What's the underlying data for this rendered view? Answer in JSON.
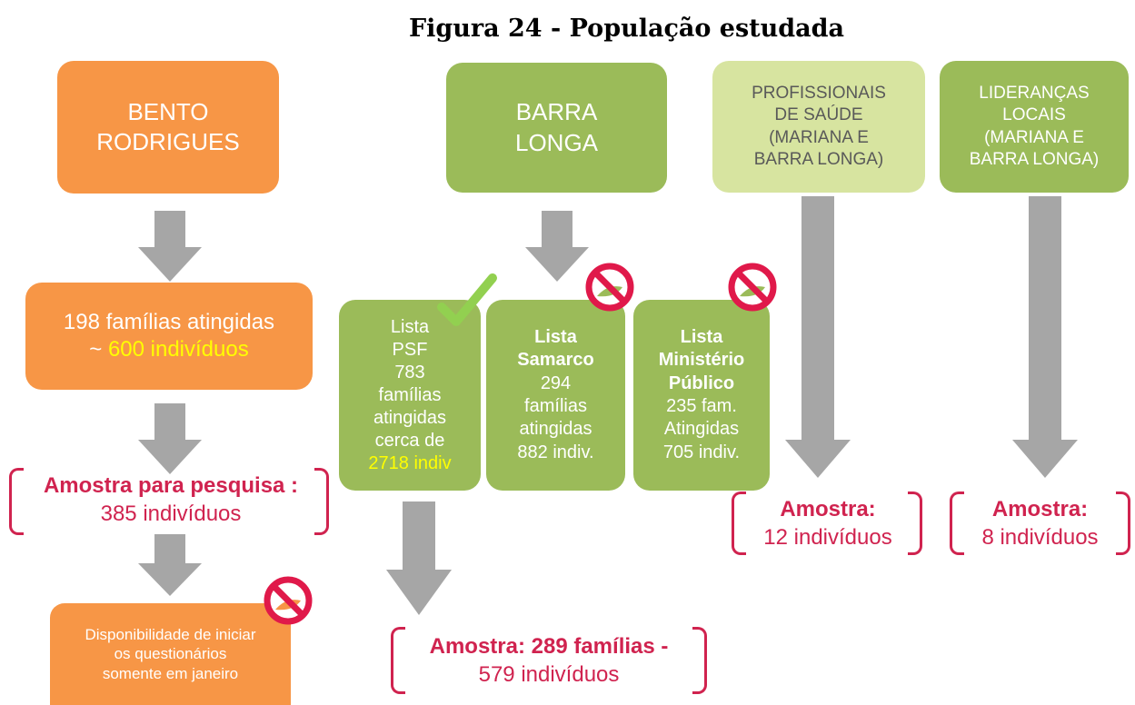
{
  "title": "Figura 24 - População estudada",
  "bento": {
    "title_line1": "BENTO",
    "title_line2": "RODRIGUES",
    "families_line1": "198 famílias atingidas",
    "families_prefix": "~ ",
    "families_highlight": "600 indivíduos",
    "sample_line1": "Amostra para pesquisa :",
    "sample_line2": "385 indivíduos",
    "availability_line1": "Disponibilidade de iniciar",
    "availability_line2": "os questionários",
    "availability_line3": "somente em janeiro"
  },
  "barra": {
    "title_line1": "BARRA",
    "title_line2": "LONGA",
    "psf": [
      "Lista",
      "PSF",
      "783",
      "famílias",
      "atingidas",
      "cerca de"
    ],
    "psf_highlight": "2718 indiv",
    "samarco_bold": "Lista",
    "samarco_bold2": "Samarco",
    "samarco": [
      "294",
      "famílias",
      "atingidas",
      "882 indiv."
    ],
    "mp_bold": [
      "Lista",
      "Ministério",
      "Público"
    ],
    "mp": [
      "235 fam.",
      "Atingidas",
      "705 indiv."
    ],
    "sample_line1": "Amostra: 289 famílias -",
    "sample_line2": "579 indivíduos"
  },
  "prof": {
    "lines": [
      "PROFISSIONAIS",
      "DE SAÚDE",
      "(MARIANA E",
      "BARRA LONGA)"
    ],
    "sample_line1": "Amostra:",
    "sample_line2": "12 indivíduos"
  },
  "lider": {
    "lines": [
      "LIDERANÇAS",
      "LOCAIS",
      "(MARIANA E",
      "BARRA LONGA)"
    ],
    "sample_line1": "Amostra:",
    "sample_line2": "8 indivíduos"
  },
  "colors": {
    "orange": "#f79646",
    "green": "#9bbb59",
    "light_green": "#d7e4a0",
    "arrow_gray": "#a6a6a6",
    "sample_red": "#d0234f",
    "highlight_yellow": "#ffff00",
    "check_green": "#92d050",
    "prohibited_red": "#e0194a"
  },
  "icons": [
    "checkmark-icon",
    "prohibited-icon"
  ]
}
